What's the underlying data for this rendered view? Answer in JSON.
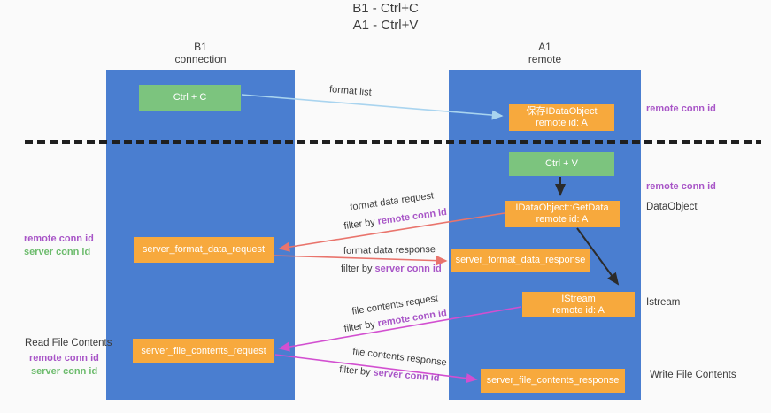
{
  "title": {
    "line1": "B1 - Ctrl+C",
    "line2": "A1 - Ctrl+V"
  },
  "lanes": {
    "left": {
      "header_line1": "B1",
      "header_line2": "connection"
    },
    "right": {
      "header_line1": "A1",
      "header_line2": "remote"
    }
  },
  "nodes": {
    "ctrl_c": "Ctrl + C",
    "save_idataobject": {
      "line1": "保存IDataObject",
      "line2": "remote id: A"
    },
    "ctrl_v": "Ctrl + V",
    "getdata": {
      "line1": "IDataObject::GetData",
      "line2": "remote id: A"
    },
    "server_format_data_request": "server_format_data_request",
    "server_format_data_response": "server_format_data_response",
    "istream": {
      "line1": "IStream",
      "line2": "remote id: A"
    },
    "server_file_contents_request": "server_file_contents_request",
    "server_file_contents_response": "server_file_contents_response"
  },
  "flow_labels": {
    "format_list": "format list",
    "format_data_request": "format data request",
    "filter_remote_1": {
      "prefix": "filter by ",
      "highlight": "remote conn id"
    },
    "format_data_response": "format data response",
    "filter_server_1": {
      "prefix": "filter by ",
      "highlight": "server conn id"
    },
    "file_contents_request": "file contents request",
    "filter_remote_2": {
      "prefix": "filter by ",
      "highlight": "remote conn id"
    },
    "file_contents_response": "file contents response",
    "filter_server_2": {
      "prefix": "filter by ",
      "highlight": "server conn id"
    }
  },
  "annotations": {
    "right_remote_conn_id_1": "remote conn id",
    "right_remote_conn_id_2": "remote conn id",
    "dataobject": "DataObject",
    "istream": "Istream",
    "write_file_contents": "Write File Contents",
    "left_remote_conn_id_1": "remote conn id",
    "left_server_conn_id_1": "server conn id",
    "read_file_contents": "Read File Contents",
    "left_remote_conn_id_2": "remote conn id",
    "left_server_conn_id_2": "server conn id"
  },
  "colors": {
    "lane_blue": "#4a7ed0",
    "node_orange": "#f7a93d",
    "node_green": "#7cc47e",
    "highlight_purple": "#a855c7",
    "highlight_green": "#6cbb6c",
    "arrow_light_blue": "#a9d4ef",
    "arrow_red": "#e9746c",
    "arrow_magenta": "#d24fd0",
    "arrow_black": "#2b2b2b",
    "background": "#fafafa"
  }
}
